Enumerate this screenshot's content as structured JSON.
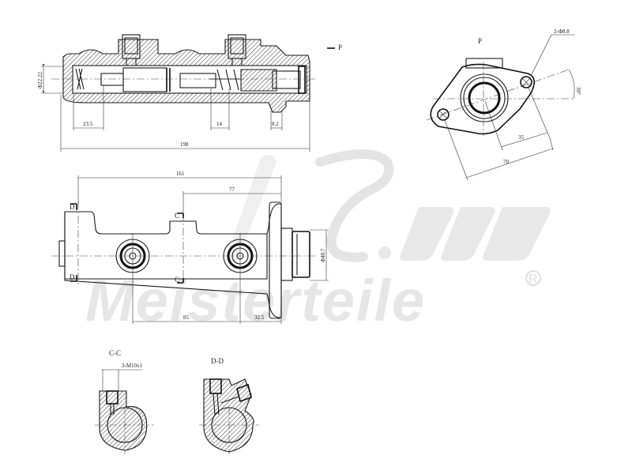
{
  "drawing": {
    "subject": "Brake master cylinder technical drawing",
    "watermark": {
      "brand_text": "Meisterteile",
      "registered_mark": "R",
      "logo_letters": "A.Z."
    },
    "section_view": {
      "view_marker": "P",
      "dimensions": {
        "bore_diameter": "Φ22.22",
        "spring_offset": "23.5",
        "inner_gap": "14",
        "flange_width": "8.2",
        "overall_length": "198"
      }
    },
    "flange_view": {
      "title": "P",
      "dimensions": {
        "holes": "2-Φ8.8",
        "angle": "30°",
        "half_span": "35",
        "hole_spacing": "70"
      }
    },
    "side_view": {
      "section_markers": [
        "D",
        "D",
        "C",
        "C"
      ],
      "dimensions": {
        "port_to_flange": "161",
        "c_to_flange": "77",
        "port_spacing": "85",
        "port_to_flange_face": "32.5",
        "spigot_diameter": "Φ40.7"
      }
    },
    "cross_sections": [
      {
        "title": "C-C",
        "callout": "3-M10x1"
      },
      {
        "title": "D-D",
        "callout": ""
      }
    ]
  }
}
